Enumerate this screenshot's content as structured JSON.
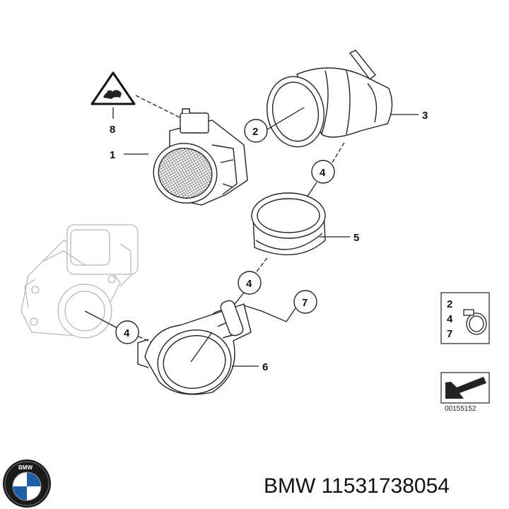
{
  "callouts": {
    "c1": "1",
    "c2": "2",
    "c3": "3",
    "c4a": "4",
    "c4b": "4",
    "c4c": "4",
    "c5": "5",
    "c6": "6",
    "c7": "7",
    "c8": "8"
  },
  "legend_box": {
    "l1": "2",
    "l2": "4",
    "l3": "7"
  },
  "ref_number": "00155152",
  "logo": {
    "text": "BMW"
  },
  "caption": "BMW 11531738054",
  "colors": {
    "line": "#2a2a2a",
    "panel": "#111111",
    "light": "#bdbdbd"
  }
}
